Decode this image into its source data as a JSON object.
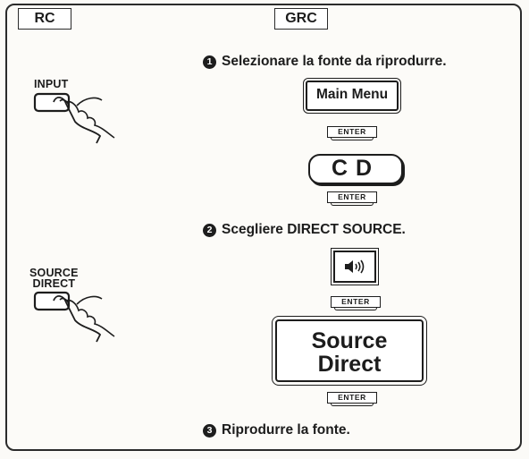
{
  "headers": {
    "rc": "RC",
    "grc": "GRC"
  },
  "steps": [
    {
      "number": "1",
      "text": "Selezionare la fonte da riprodurre."
    },
    {
      "number": "2",
      "text": "Scegliere DIRECT SOURCE."
    },
    {
      "number": "3",
      "text": "Riprodurre la fonte."
    }
  ],
  "remote": {
    "input_label": "INPUT",
    "source_direct_line1": "SOURCE",
    "source_direct_line2": "DIRECT"
  },
  "grc_display": {
    "main_menu": "Main Menu",
    "enter": "ENTER",
    "cd": "CD",
    "speaker_icon": "speaker-volume-icon",
    "source_direct_line1": "Source",
    "source_direct_line2": "Direct"
  }
}
